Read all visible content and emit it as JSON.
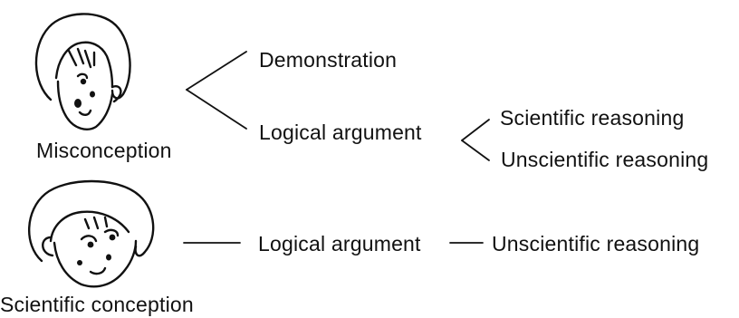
{
  "diagram": {
    "figures": [
      {
        "id": "misconception",
        "caption": "Misconception",
        "face_icon": "misconception-face-icon",
        "branches": [
          {
            "label": "Demonstration"
          },
          {
            "label": "Logical argument",
            "sub_branches": [
              {
                "label": "Scientific reasoning"
              },
              {
                "label": "Unscientific reasoning"
              }
            ]
          }
        ]
      },
      {
        "id": "scientific-conception",
        "caption": "Scientific conception",
        "face_icon": "scientific-conception-face-icon",
        "chain": [
          {
            "label": "Logical argument"
          },
          {
            "label": "Unscientific reasoning"
          }
        ]
      }
    ],
    "colors": {
      "ink": "#111111",
      "background": "#ffffff"
    }
  }
}
